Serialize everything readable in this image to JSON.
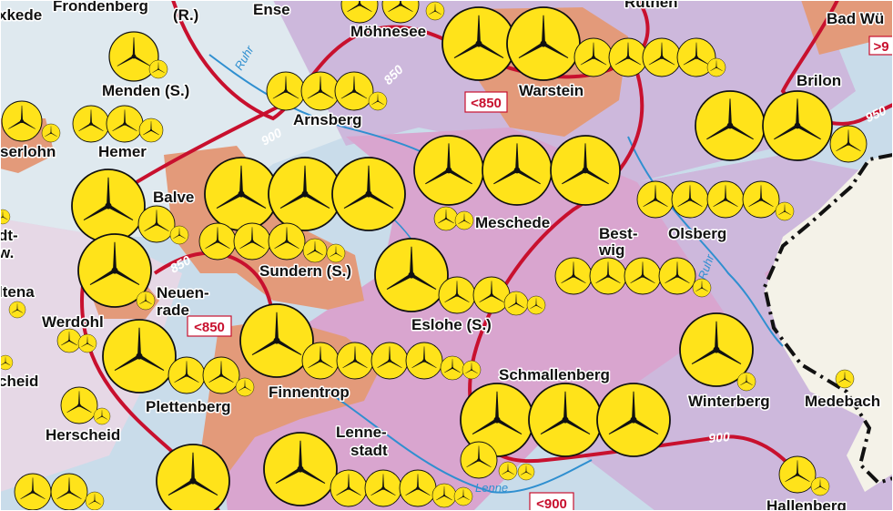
{
  "colors": {
    "background": "#c9dcea",
    "land_light": "#e6d8e6",
    "land_pink": "#d9a5cf",
    "land_lilac": "#cdb8dc",
    "urban": "#e39a7a",
    "east_land": "#f4f2e8",
    "isoline": "#c8102e",
    "boundary": "#111111",
    "turbine_fill": "#ffe31a",
    "river": "#2f8fd0"
  },
  "legend_map": {
    "icons": "wind-turbine-icon",
    "isoline_style": "red wind-speed isoline with italic white labels"
  },
  "places": [
    {
      "id": "xkede",
      "text": "xkede"
    },
    {
      "id": "frondenberg",
      "text": "Frondenberg"
    },
    {
      "id": "r",
      "text": "(R.)"
    },
    {
      "id": "ense",
      "text": "Ense"
    },
    {
      "id": "mohnesee",
      "text": "Möhnesee"
    },
    {
      "id": "ruthen",
      "text": "Rüthen"
    },
    {
      "id": "badwu",
      "text": "Bad Wü"
    },
    {
      "id": "menden",
      "text": "Menden (S.)"
    },
    {
      "id": "arnsberg",
      "text": "Arnsberg"
    },
    {
      "id": "warstein",
      "text": "Warstein"
    },
    {
      "id": "brilon",
      "text": "Brilon"
    },
    {
      "id": "iserlohn",
      "text": "serlohn"
    },
    {
      "id": "hemer",
      "text": "Hemer"
    },
    {
      "id": "balve",
      "text": "Balve"
    },
    {
      "id": "meschede",
      "text": "Meschede"
    },
    {
      "id": "bestwig1",
      "text": "Best-"
    },
    {
      "id": "bestwig2",
      "text": "wig"
    },
    {
      "id": "olsberg",
      "text": "Olsberg"
    },
    {
      "id": "sundern",
      "text": "Sundern (S.)"
    },
    {
      "id": "neuenrade1",
      "text": "Neuen-"
    },
    {
      "id": "neuenrade2",
      "text": "rade"
    },
    {
      "id": "altena",
      "text": "ltena"
    },
    {
      "id": "dt1",
      "text": "dt-"
    },
    {
      "id": "dt2",
      "text": "w."
    },
    {
      "id": "werdohl",
      "text": "Werdohl"
    },
    {
      "id": "eslohe",
      "text": "Eslohe (S.)"
    },
    {
      "id": "scheid",
      "text": "cheid"
    },
    {
      "id": "plettenberg",
      "text": "Plettenberg"
    },
    {
      "id": "finnentrop",
      "text": "Finnentrop"
    },
    {
      "id": "schmallenberg",
      "text": "Schmallenberg"
    },
    {
      "id": "winterberg",
      "text": "Winterberg"
    },
    {
      "id": "medebach",
      "text": "Medebach"
    },
    {
      "id": "herscheid",
      "text": "Herscheid"
    },
    {
      "id": "lennestadt1",
      "text": "Lenne-"
    },
    {
      "id": "lennestadt2",
      "text": "stadt"
    },
    {
      "id": "hallenberg",
      "text": "Hallenberg"
    }
  ],
  "rivers": [
    {
      "id": "ruhr1",
      "text": "Ruhr"
    },
    {
      "id": "ruhr2",
      "text": "Ruhr"
    },
    {
      "id": "lenne",
      "text": "Lenne"
    }
  ],
  "isoline_labels": [
    {
      "id": "iso900a",
      "text": "900"
    },
    {
      "id": "iso850a",
      "text": "850"
    },
    {
      "id": "iso850b",
      "text": "850"
    },
    {
      "id": "iso950",
      "text": "950"
    },
    {
      "id": "iso900b",
      "text": "900"
    }
  ],
  "threshold_boxes": [
    {
      "id": "box850a",
      "text": "<850"
    },
    {
      "id": "box850b",
      "text": "<850"
    },
    {
      "id": "box900",
      "text": "<900"
    },
    {
      "id": "box9",
      "text": ">9"
    }
  ]
}
